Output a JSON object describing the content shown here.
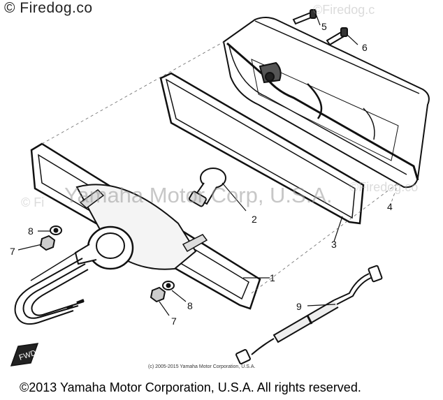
{
  "watermarks": {
    "top": "© Firedog.co",
    "center": "Yamaha Motor Corp, U.S.A.",
    "left_faint": "© Fi",
    "right_faint": "©Firedog.co",
    "top_faint": "©Firedog.c"
  },
  "callouts": [
    {
      "id": "1",
      "label": "1"
    },
    {
      "id": "2",
      "label": "2"
    },
    {
      "id": "3",
      "label": "3"
    },
    {
      "id": "4",
      "label": "4"
    },
    {
      "id": "5",
      "label": "5"
    },
    {
      "id": "6",
      "label": "6"
    },
    {
      "id": "7a",
      "label": "7"
    },
    {
      "id": "7b",
      "label": "7"
    },
    {
      "id": "8a",
      "label": "8"
    },
    {
      "id": "8b",
      "label": "8"
    },
    {
      "id": "9",
      "label": "9"
    }
  ],
  "fwd_label": "FWD",
  "small_copyright": "(c) 2005-2015 Yamaha Motor Corporation, U.S.A.",
  "footer": "©2013 Yamaha Motor Corporation, U.S.A. All rights reserved."
}
